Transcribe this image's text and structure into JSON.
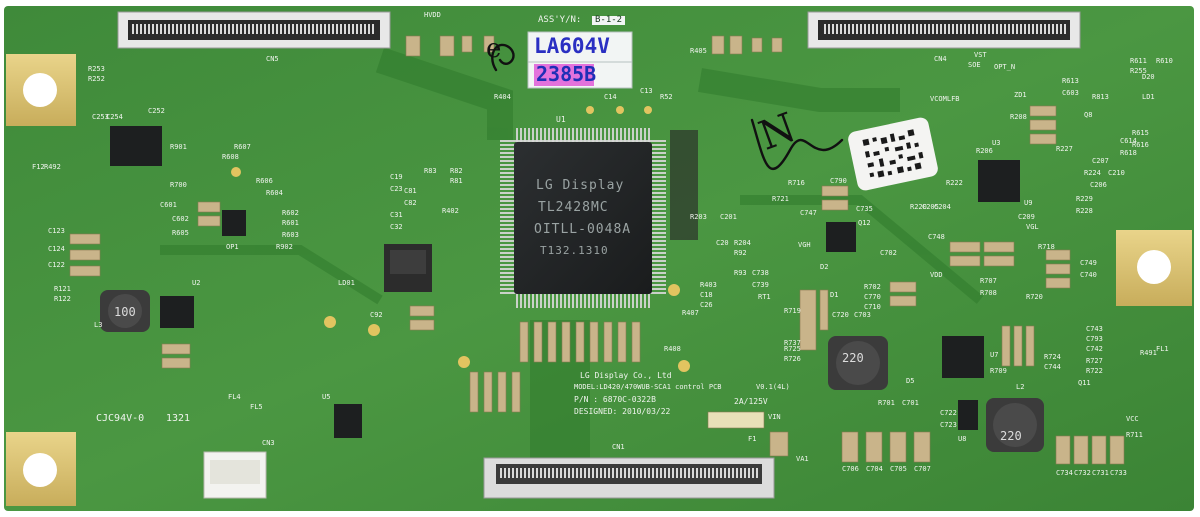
{
  "board": {
    "assy_label": "ASS'Y/N:",
    "assy_value": "B-1-2",
    "sticker_model": "LA604V",
    "sticker_number": "2385B",
    "handwritten_mark_top": "e",
    "handwritten_mark_right": "N",
    "main_ic": {
      "line1": "LG Display",
      "line2": "TL2428MC",
      "line3": "OITLL-0048A",
      "line4": "T132.1310"
    },
    "silkscreen": {
      "company": "LG Display Co., Ltd",
      "model": "MODEL:LD420/470WUB-SCA1 control PCB",
      "pn": "P/N : 6870C-0322B",
      "designed": "DESIGNED: 2010/03/22",
      "version": "V0.1(4L)",
      "ul_mark": "CJC94V-0",
      "date_code": "1321",
      "fuse_rating": "2A/125V",
      "inductor_left": "100",
      "inductor_mid": "220",
      "inductor_right": "220"
    },
    "connectors": {
      "cn1": "CN1",
      "cn3": "CN3",
      "cn4": "CN4",
      "cn5": "CN5"
    },
    "refdes": {
      "ic": [
        "U1",
        "U2",
        "U3",
        "U5",
        "U7",
        "U8",
        "U9"
      ],
      "misc": [
        "LD01",
        "OP1",
        "Q12",
        "D1",
        "D2",
        "D5",
        "L2",
        "L3",
        "F1",
        "FL1",
        "FL4",
        "FL5",
        "VA1",
        "D20",
        "LD1",
        "ZD1",
        "Q8",
        "Q11",
        "RT1"
      ],
      "top_labels": [
        "HVDD",
        "VST",
        "SOE",
        "OPT_N",
        "VCOMLFB"
      ],
      "left_labels": [
        "C123",
        "C124",
        "C122",
        "R121",
        "R122",
        "C601",
        "C602",
        "R605",
        "C252",
        "C253",
        "C254",
        "R253",
        "R252",
        "R901",
        "R700",
        "R902",
        "R602",
        "R601",
        "R603",
        "R604",
        "R607",
        "R606",
        "R608",
        "F12",
        "R492"
      ],
      "center_labels": [
        "R83",
        "R82",
        "R81",
        "R402",
        "C81",
        "C82",
        "C19",
        "C23",
        "C31",
        "C32",
        "C92",
        "R405",
        "R404",
        "R52",
        "C13",
        "C14",
        "C20",
        "R92",
        "R93",
        "R204",
        "C738",
        "C739",
        "R203",
        "C201",
        "R403",
        "C18",
        "C26",
        "R407",
        "R408"
      ],
      "right_labels": [
        "R716",
        "C790",
        "C735",
        "R721",
        "C747",
        "C702",
        "R702",
        "C770",
        "C710",
        "R720",
        "C720",
        "C703",
        "R701",
        "C701",
        "C748",
        "C743",
        "C793",
        "C742",
        "R727",
        "R722",
        "R724",
        "C744",
        "R725",
        "R726",
        "R737",
        "R719",
        "R718",
        "C749",
        "C740",
        "R707",
        "R708",
        "R206",
        "R208",
        "C207",
        "R224",
        "C210",
        "C206",
        "R229",
        "R228",
        "R227",
        "R222",
        "R220",
        "C205",
        "C204",
        "C209",
        "R611",
        "R255",
        "R610",
        "R613",
        "C603",
        "R813",
        "C614",
        "R615",
        "R616",
        "R618",
        "R491",
        "R709",
        "R711",
        "C733",
        "C734",
        "C731",
        "C732",
        "C705",
        "C706",
        "C704",
        "C707",
        "C722",
        "C723",
        "VCC",
        "VIN",
        "VDD",
        "VGH",
        "VGL"
      ]
    }
  }
}
